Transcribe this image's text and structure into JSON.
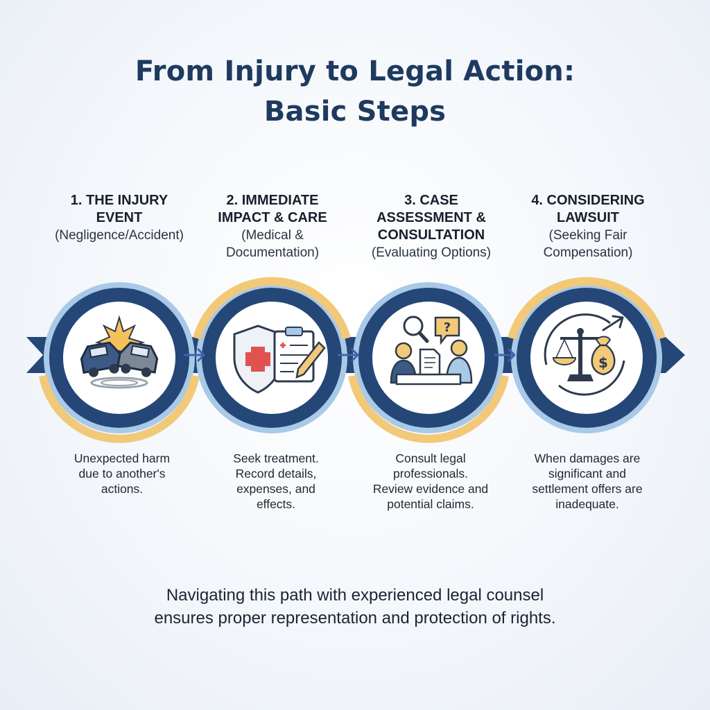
{
  "title": {
    "line1": "From Injury to Legal Action:",
    "line2": "Basic Steps"
  },
  "colors": {
    "navy": "#244777",
    "light_blue": "#a9c9e8",
    "gold": "#f2c978",
    "red": "#e05252",
    "arrow": "#3f63a8"
  },
  "steps": [
    {
      "heading_lines": [
        "1. THE INJURY",
        "EVENT"
      ],
      "sub_lines": [
        "(Negligence/Accident)"
      ],
      "icon": "car-collision-icon",
      "desc_lines": [
        "Unexpected harm",
        "due to another's",
        "actions."
      ]
    },
    {
      "heading_lines": [
        "2. IMMEDIATE",
        "IMPACT & CARE"
      ],
      "sub_lines": [
        "(Medical &",
        "Documentation)"
      ],
      "icon": "medical-shield-clipboard-icon",
      "desc_lines": [
        "Seek treatment.",
        "Record details,",
        "expenses, and",
        "effects."
      ]
    },
    {
      "heading_lines": [
        "3. CASE",
        "ASSESSMENT &",
        "CONSULTATION"
      ],
      "sub_lines": [
        "(Evaluating Options)"
      ],
      "icon": "consultation-meeting-icon",
      "desc_lines": [
        "Consult legal",
        "professionals.",
        "Review evidence and",
        "potential claims."
      ]
    },
    {
      "heading_lines": [
        "4. CONSIDERING",
        "LAWSUIT"
      ],
      "sub_lines": [
        "(Seeking Fair",
        "Compensation)"
      ],
      "icon": "scales-money-bag-icon",
      "desc_lines": [
        "When damages are",
        "significant and",
        "settlement offers are",
        "inadequate."
      ]
    }
  ],
  "footer": {
    "line1": "Navigating this path with experienced legal counsel",
    "line2": "ensures proper representation and protection of rights."
  }
}
